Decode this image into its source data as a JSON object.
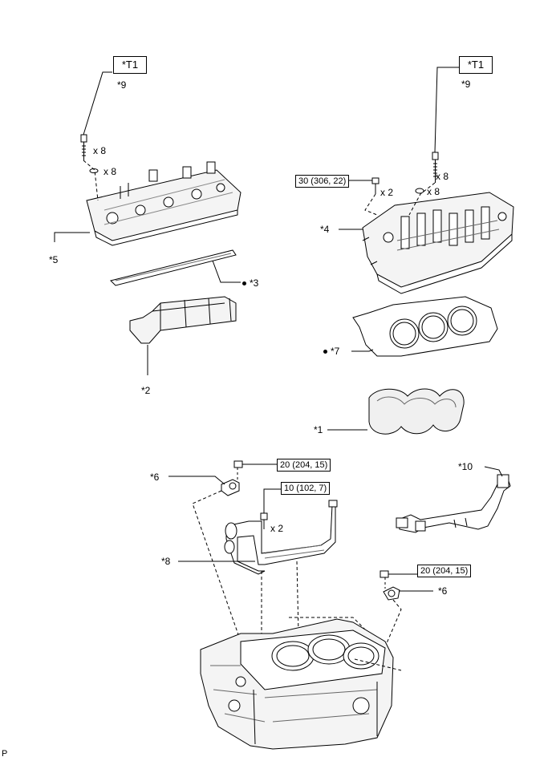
{
  "callouts": {
    "t1_left": "*T1",
    "t1_right": "*T1",
    "n9_left": "*9",
    "n9_right": "*9",
    "n5": "*5",
    "n3": "*3",
    "n2": "*2",
    "n4": "*4",
    "n7": "*7",
    "n1": "*1",
    "n6_upper": "*6",
    "n6_lower": "*6",
    "n8": "*8",
    "n10": "*10"
  },
  "quantities": {
    "left_bolt": "x 8",
    "left_washer": "x 8",
    "right_small_bolt": "x 2",
    "right_bolt": "x 8",
    "right_washer": "x 8",
    "pipe_bolt": "x 2"
  },
  "torques": {
    "head_bolt_right": "30 (306, 22)",
    "pipe_upper": "20 (204, 15)",
    "pipe_bracket": "10 (102, 7)",
    "pipe_lower": "20 (204, 15)"
  },
  "footer": {
    "code": "P"
  },
  "colors": {
    "line": "#000000",
    "fill": "#ffffff",
    "shade": "#cfcfcf"
  }
}
